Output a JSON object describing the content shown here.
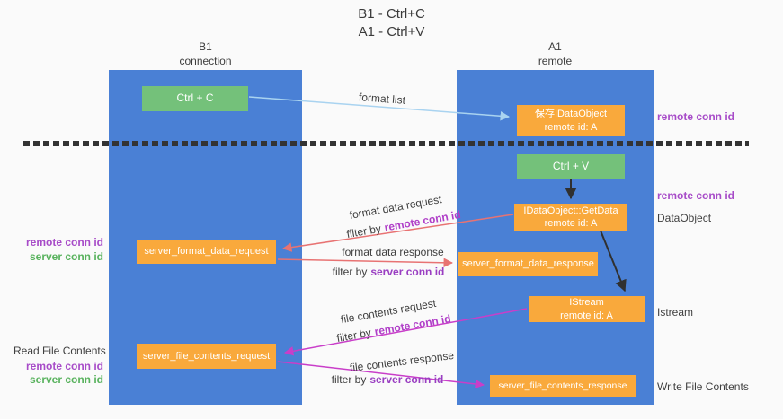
{
  "title": {
    "line1": "B1 - Ctrl+C",
    "line2": "A1 - Ctrl+V"
  },
  "colors": {
    "column_blue": "#4a80d5",
    "box_orange": "#f9a93c",
    "box_green": "#74c17a",
    "arrow_blue": "#a9d3f0",
    "arrow_black": "#303030",
    "arrow_red": "#e87373",
    "arrow_magenta": "#c93ec9",
    "purple_label": "#a74bc8",
    "green_label": "#58b25d"
  },
  "left_column": {
    "header_line1": "B1",
    "header_line2": "connection"
  },
  "right_column": {
    "header_line1": "A1",
    "header_line2": "remote"
  },
  "boxes": {
    "ctrl_c": {
      "label": "Ctrl + C"
    },
    "save_idataobject": {
      "line1": "保存IDataObject",
      "line2": "remote id: A"
    },
    "ctrl_v": {
      "label": "Ctrl + V"
    },
    "getdata": {
      "line1": "IDataObject::GetData",
      "line2": "remote id: A"
    },
    "server_format_data_request": {
      "label": "server_format_data_request"
    },
    "server_format_data_response": {
      "label": "server_format_data_response"
    },
    "istream": {
      "line1": "IStream",
      "line2": "remote id: A"
    },
    "server_file_contents_request": {
      "label": "server_file_contents_request"
    },
    "server_file_contents_response": {
      "label": "server_file_contents_response"
    }
  },
  "flow_labels": {
    "format_list": "format list",
    "format_data_request": "format data request",
    "format_data_response": "format data response",
    "file_contents_request": "file contents request",
    "file_contents_response": "file contents response",
    "filter_by": "filter by",
    "remote_conn_id": "remote conn id",
    "server_conn_id": "server conn id"
  },
  "side_labels": {
    "left": {
      "remote_conn_id_mid": "remote conn id",
      "server_conn_id_mid": "server conn id",
      "read_file_contents": "Read File Contents",
      "remote_conn_id_bottom": "remote conn id",
      "server_conn_id_bottom": "server conn id"
    },
    "right": {
      "remote_conn_id_top": "remote conn id",
      "remote_conn_id_mid": "remote conn id",
      "dataobject": "DataObject",
      "istream": "Istream",
      "write_file_contents": "Write File Contents"
    }
  }
}
